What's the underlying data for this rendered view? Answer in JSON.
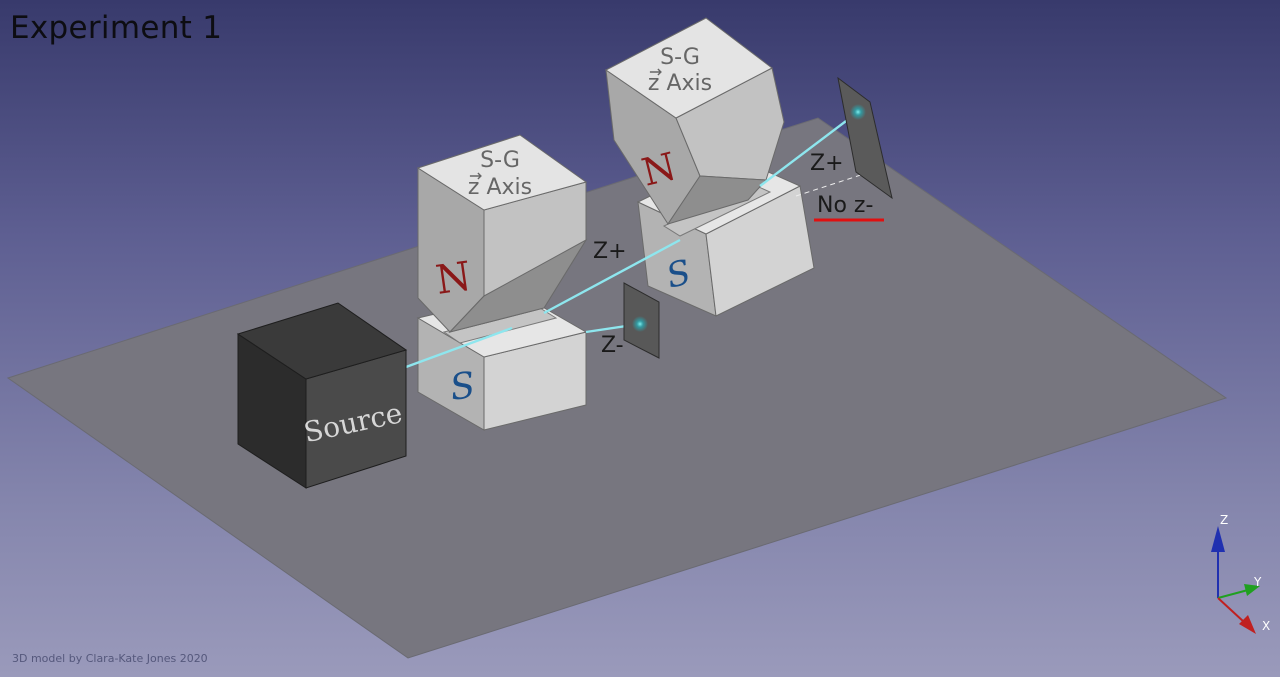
{
  "title": "Experiment 1",
  "credit": "3D model by Clara-Kate Jones 2020",
  "source_label": "Source",
  "magnet1": {
    "line1": "S-G",
    "line2": "z Axis",
    "north": "N",
    "south": "S"
  },
  "magnet2": {
    "line1": "S-G",
    "line2": "z Axis",
    "north": "N",
    "south": "S"
  },
  "labels": {
    "zplus_1": "Z+",
    "zminus_1": "Z-",
    "zplus_2": "Z+",
    "no_zminus": "No z-"
  },
  "axes": {
    "x": "X",
    "y": "Y",
    "z": "Z"
  },
  "colors": {
    "beam": "#8ee6ee",
    "north": "#8a1818",
    "south": "#1a4f8a",
    "underline": "#e01010",
    "axis_x": "#c02020",
    "axis_y": "#20a020",
    "axis_z": "#2030b0"
  }
}
